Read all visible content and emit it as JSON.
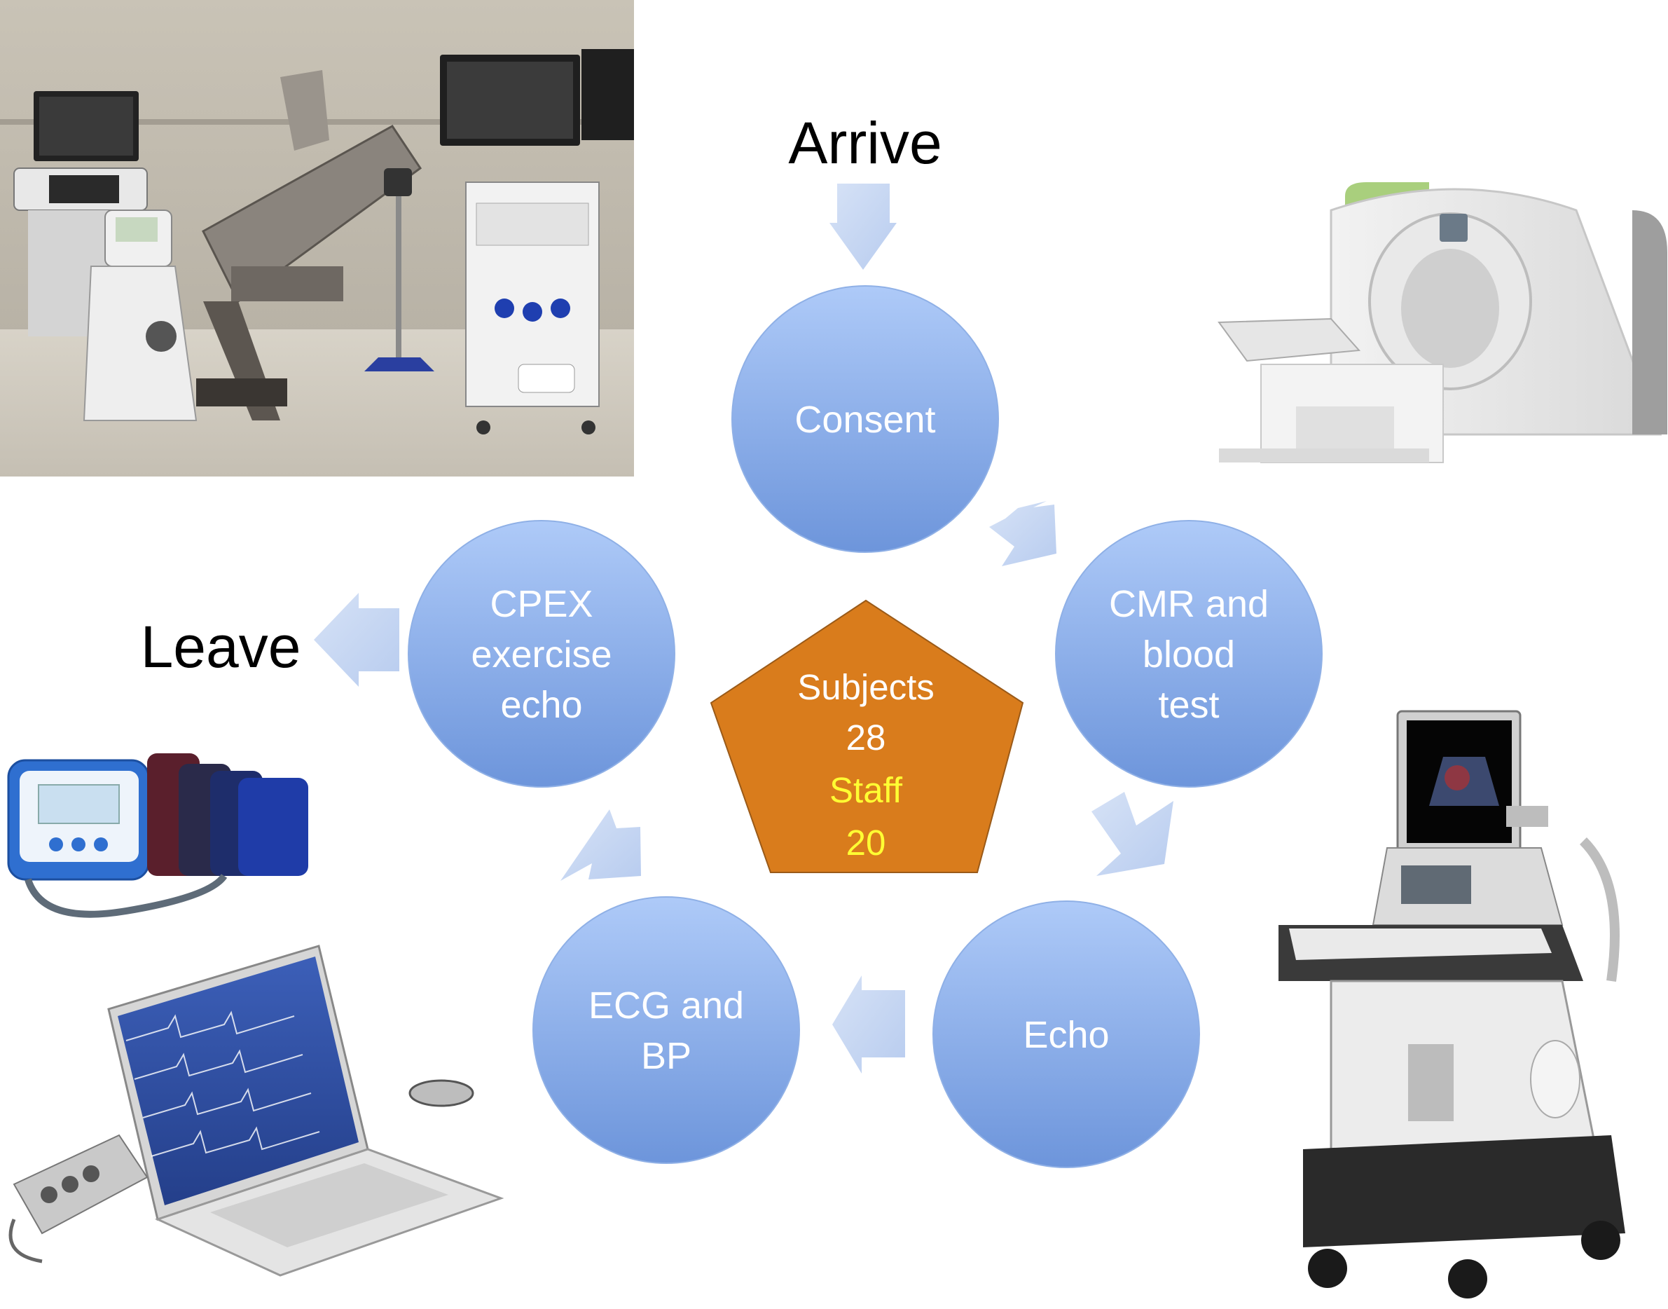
{
  "flow": {
    "arrive_label": "Arrive",
    "leave_label": "Leave",
    "steps": [
      {
        "id": "consent",
        "lines": [
          "Consent"
        ]
      },
      {
        "id": "cmr",
        "lines": [
          "CMR and",
          "blood",
          "test"
        ]
      },
      {
        "id": "echo",
        "lines": [
          "Echo"
        ]
      },
      {
        "id": "ecg",
        "lines": [
          "ECG and",
          "BP"
        ]
      },
      {
        "id": "cpex",
        "lines": [
          "CPEX",
          "exercise",
          "echo"
        ]
      }
    ],
    "center": {
      "subjects_label": "Subjects",
      "subjects_value": "28",
      "staff_label": "Staff",
      "staff_value": "20"
    }
  },
  "colors": {
    "circle_top": "#aac6f6",
    "circle_bottom": "#6f97dc",
    "arrow": "#c9d9f4",
    "pentagon": "#d97c1c",
    "staff_text": "#ffff33",
    "node_text": "#ffffff"
  },
  "photos": [
    {
      "id": "exercise-lab",
      "icon": "exercise-lab-photo"
    },
    {
      "id": "mri-scanner",
      "icon": "mri-scanner-photo"
    },
    {
      "id": "bp-monitor",
      "icon": "bp-monitor-photo"
    },
    {
      "id": "ecg-laptop",
      "icon": "ecg-laptop-photo"
    },
    {
      "id": "ultrasound-machine",
      "icon": "ultrasound-machine-photo"
    }
  ]
}
